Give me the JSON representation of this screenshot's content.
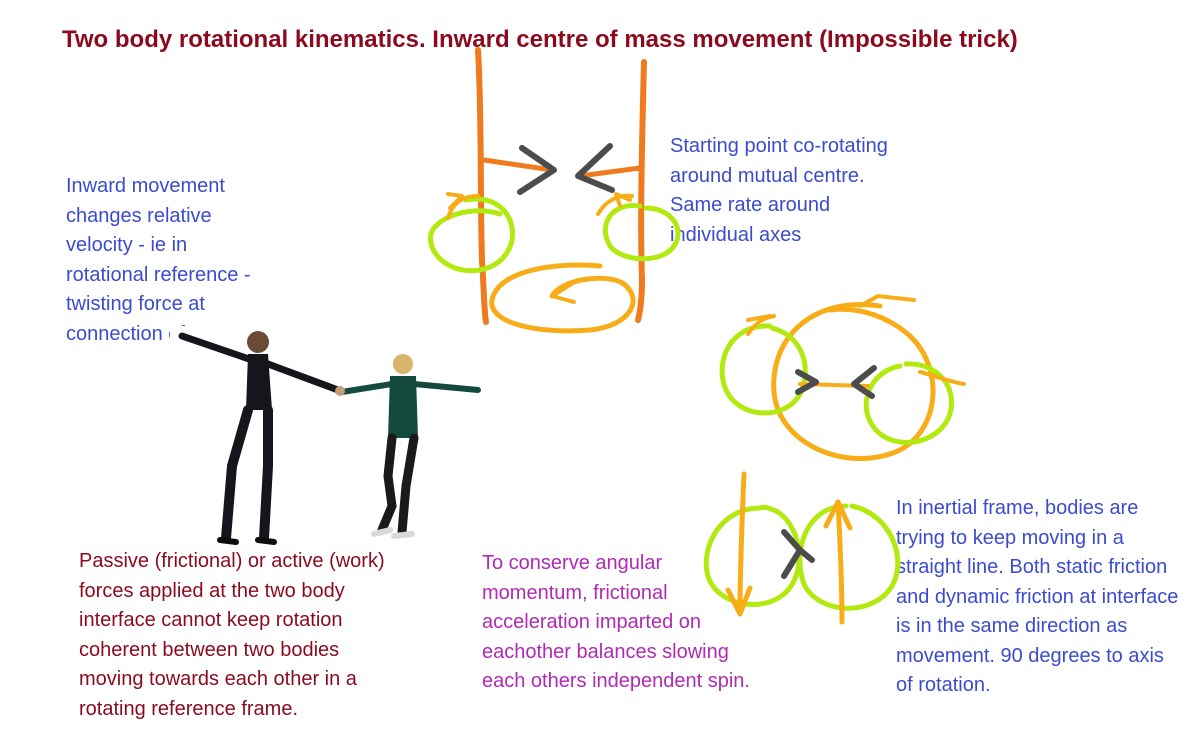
{
  "title": "Two body rotational kinematics. Inward centre of mass movement (Impossible trick)",
  "notes": {
    "inward": "Inward movement changes relative velocity - ie in rotational reference -twisting force at connection of arms.",
    "starting_point": "Starting point co-rotating around mutual centre. Same rate around individual axes",
    "inertial": "In inertial frame, bodies are trying to keep moving in a straight line. Both static friction and dynamic friction at interface is in the same direction as movement. 90 degrees to axis of rotation.",
    "passive": "Passive (frictional) or active (work) forces applied at the two body interface cannot keep rotation coherent between two bodies moving towards each other in a rotating reference frame.",
    "conserve": "To conserve angular momentum, frictional acceleration imparted on eachother balances slowing each others independent spin."
  },
  "colors": {
    "title_text": "#8b0a1e",
    "blue_text": "#3b4bd0",
    "magenta_text": "#b02ab5",
    "orange_stroke": "#f07a1e",
    "yellow_stroke": "#f8ad18",
    "green_stroke": "#b2ea10",
    "dark_stroke": "#4c4c4c"
  }
}
